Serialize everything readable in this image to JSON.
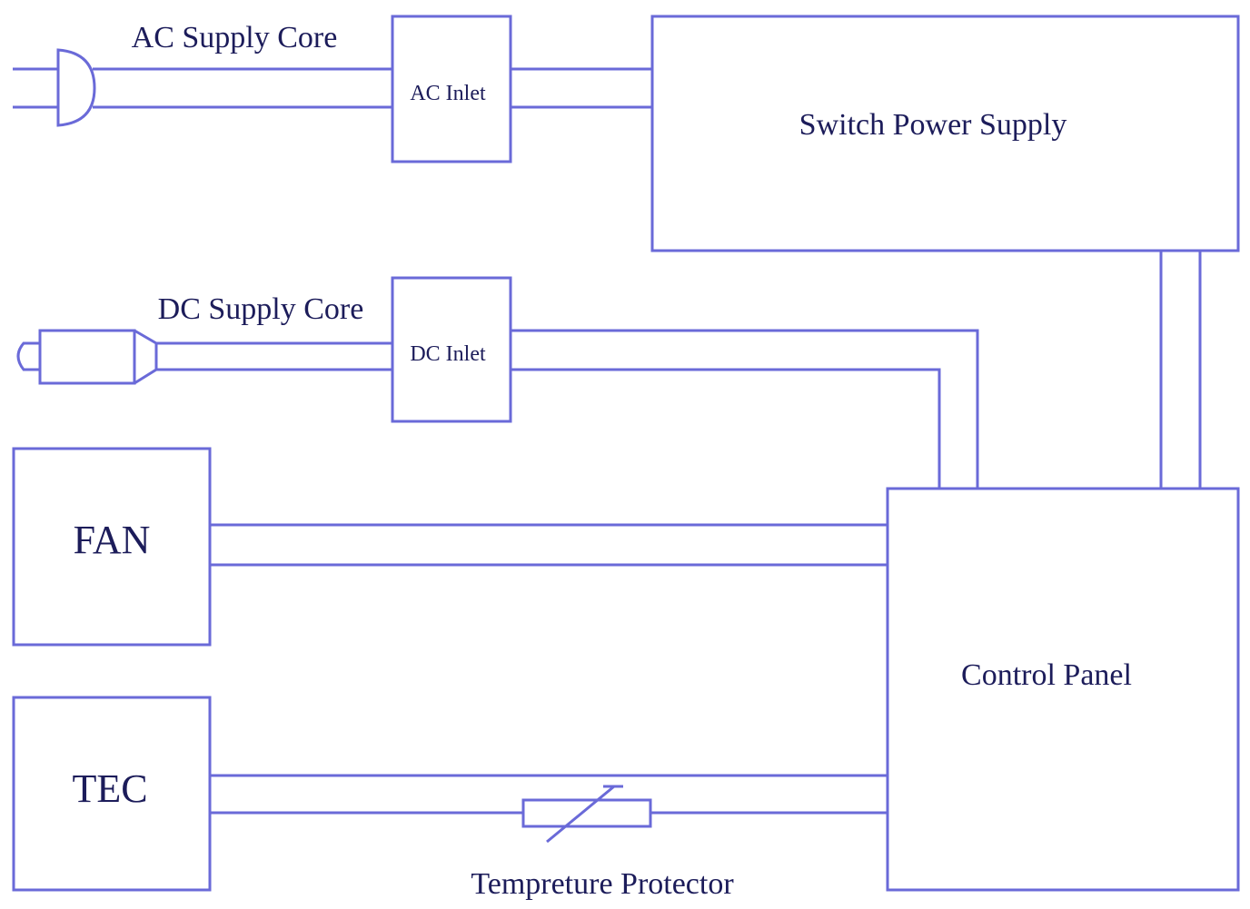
{
  "labels": {
    "ac_supply_core": "AC Supply Core",
    "ac_inlet": "AC Inlet",
    "switch_power_supply": "Switch Power Supply",
    "dc_supply_core": "DC Supply Core",
    "dc_inlet": "DC Inlet",
    "fan": "FAN",
    "tec": "TEC",
    "control_panel": "Control Panel",
    "temperature_protector": "Tempreture Protector"
  },
  "colors": {
    "line": "#6a6ad8",
    "text": "#1c1c5a"
  },
  "icons": [
    "ac-plug-icon",
    "dc-plug-icon",
    "thermistor-icon"
  ]
}
